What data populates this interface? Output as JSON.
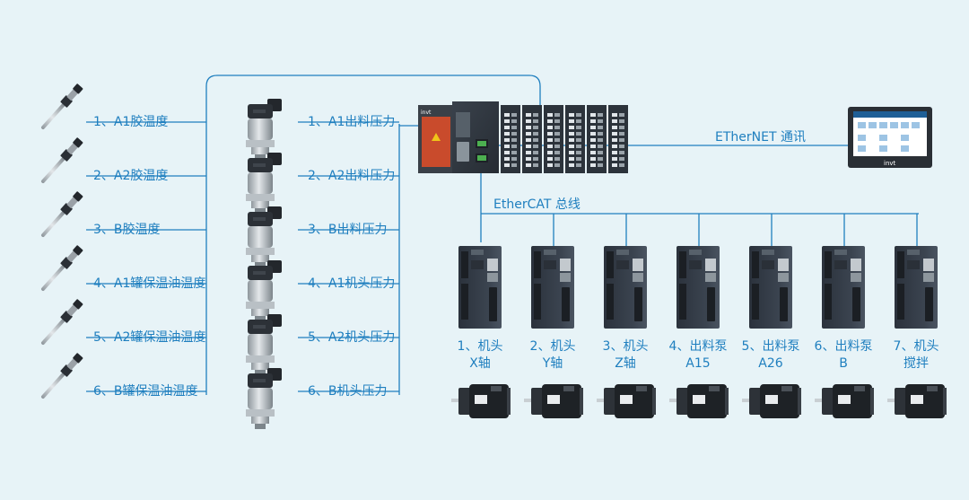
{
  "temperature_sensors": [
    {
      "label": "1、A1胶温度"
    },
    {
      "label": "2、A2胶温度"
    },
    {
      "label": "3、B胶温度"
    },
    {
      "label": "4、A1罐保温油温度"
    },
    {
      "label": "5、A2罐保温油温度"
    },
    {
      "label": "6、B罐保温油温度"
    }
  ],
  "pressure_sensors": [
    {
      "label": "1、A1出料压力"
    },
    {
      "label": "2、A2出料压力"
    },
    {
      "label": "3、B出料压力"
    },
    {
      "label": "4、A1机头压力"
    },
    {
      "label": "5、A2机头压力"
    },
    {
      "label": "6、B机头压力"
    }
  ],
  "controller": {
    "brand": "invt"
  },
  "hmi": {
    "brand": "invt"
  },
  "ethernet_label": "ETherNET 通讯",
  "ethercat_label": "EtherCAT 总线",
  "servos": [
    {
      "line1": "1、机头",
      "line2": "X轴"
    },
    {
      "line1": "2、机头",
      "line2": "Y轴"
    },
    {
      "line1": "3、机头",
      "line2": "Z轴"
    },
    {
      "line1": "4、出料泵",
      "line2": "A15"
    },
    {
      "line1": "5、出料泵",
      "line2": "A26"
    },
    {
      "line1": "6、出料泵",
      "line2": "B"
    },
    {
      "line1": "7、机头",
      "line2": "搅拌"
    }
  ],
  "colors": {
    "background": "#e7f3f7",
    "line": "#1f7fbf",
    "label": "#1f7fbf",
    "device_dark": "#2e3540",
    "motor_dark": "#1e2226"
  }
}
